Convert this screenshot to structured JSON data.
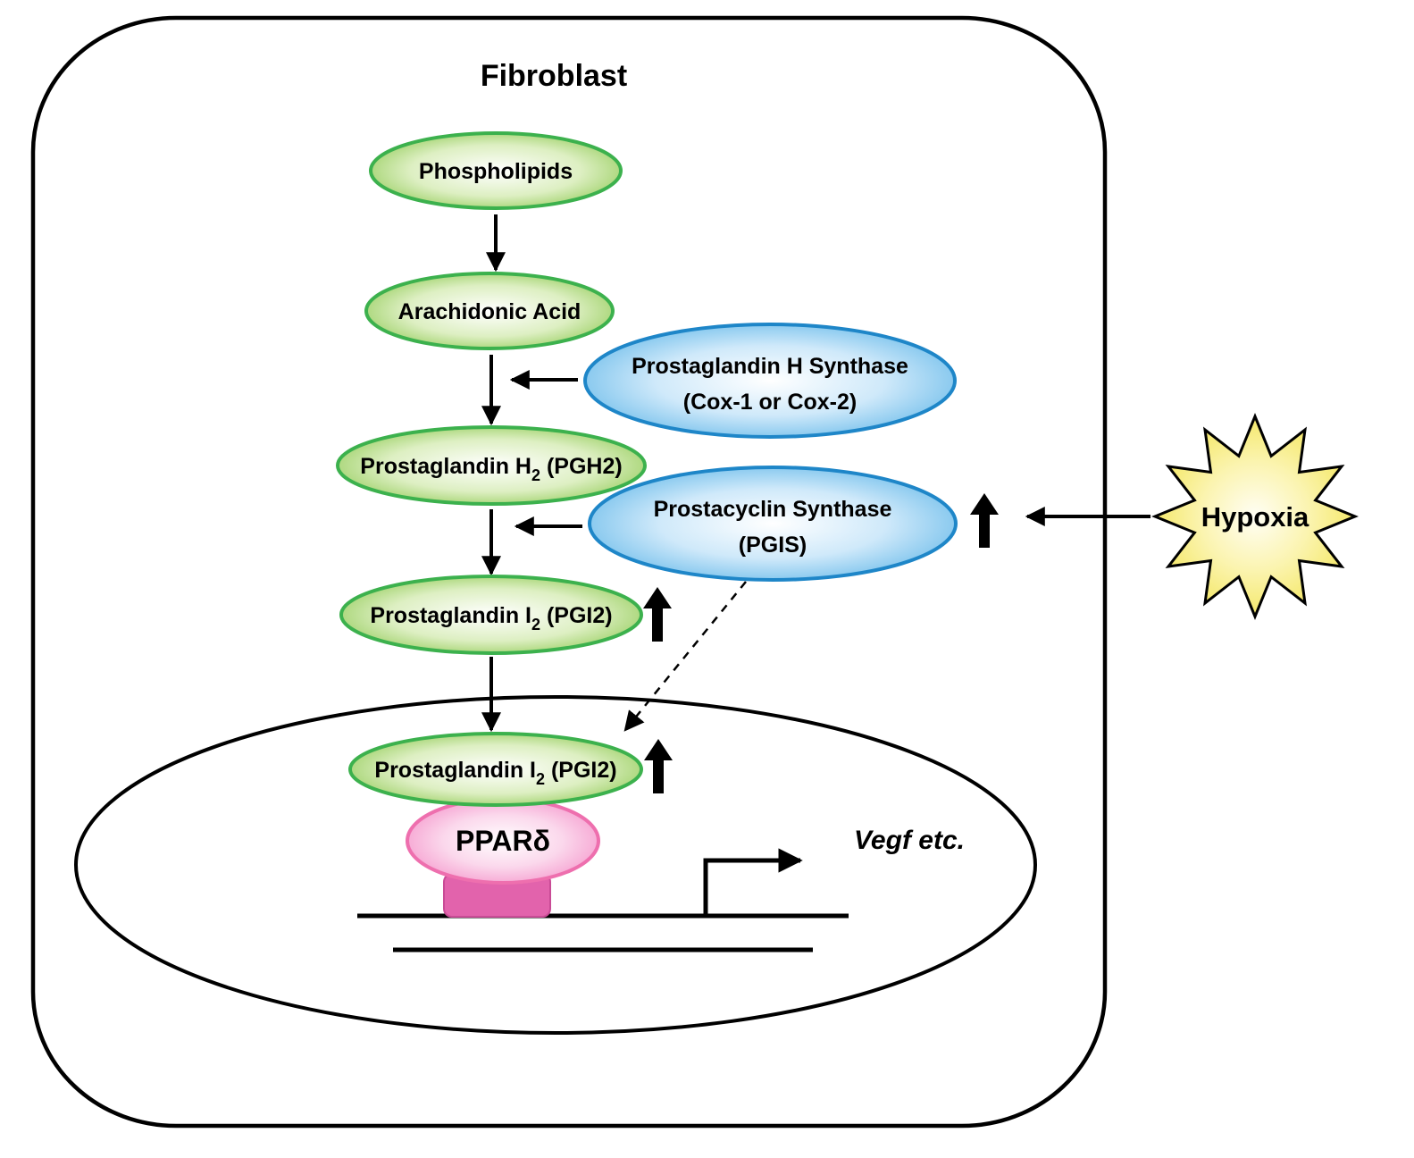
{
  "diagram": {
    "title": "Fibroblast",
    "cell": {
      "nodes": {
        "phospholipids": "Phospholipids",
        "arachidonic_acid": "Arachidonic Acid",
        "pgh2": {
          "main": "Prostaglandin H",
          "sub": "2",
          "rest": " (PGH2)"
        },
        "pgi2": {
          "main": "Prostaglandin I",
          "sub": "2",
          "rest": " (PGI2)"
        },
        "pgi2_nuclear": {
          "main": "Prostaglandin I",
          "sub": "2",
          "rest": " (PGI2)"
        }
      },
      "enzymes": {
        "phs": {
          "line1": "Prostaglandin H Synthase",
          "line2": "(Cox-1 or Cox-2)"
        },
        "pgis": {
          "line1": "Prostacyclin Synthase",
          "line2": "(PGIS)"
        }
      }
    },
    "nucleus": {
      "ppard": "PPARδ",
      "target_genes": "Vegf etc."
    },
    "external": {
      "hypoxia": "Hypoxia"
    },
    "colors": {
      "green_node_stroke": "#3cb14d",
      "green_node_fill_edge": "#8cc84f",
      "blue_node_stroke": "#1e86c8",
      "blue_node_fill_edge": "#5fb6e8",
      "pink_node_stroke": "#ee6fae",
      "pink_node_fill_edge": "#f490c8",
      "magenta_box_fill": "#e263ac",
      "star_fill_edge": "#f2e34d",
      "line_color": "#000000"
    }
  }
}
